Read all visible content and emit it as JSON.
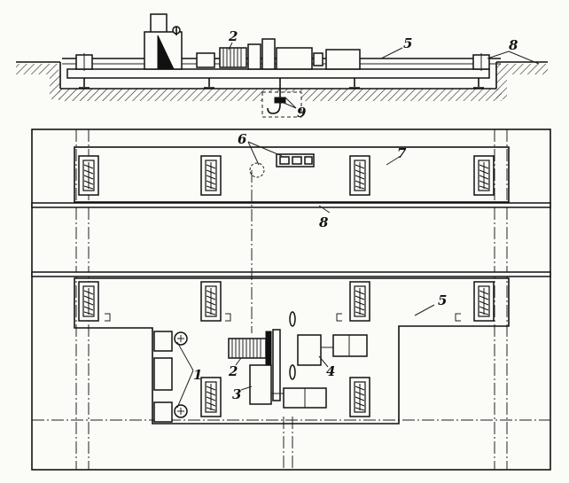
{
  "callouts": {
    "n1": "1",
    "n2_top": "2",
    "n2_bottom": "2",
    "n3": "3",
    "n4": "4",
    "n5_top": "5",
    "n5_bottom": "5",
    "n6": "6",
    "n7": "7",
    "n8_top": "8",
    "n8_mid": "8",
    "n9": "9"
  }
}
